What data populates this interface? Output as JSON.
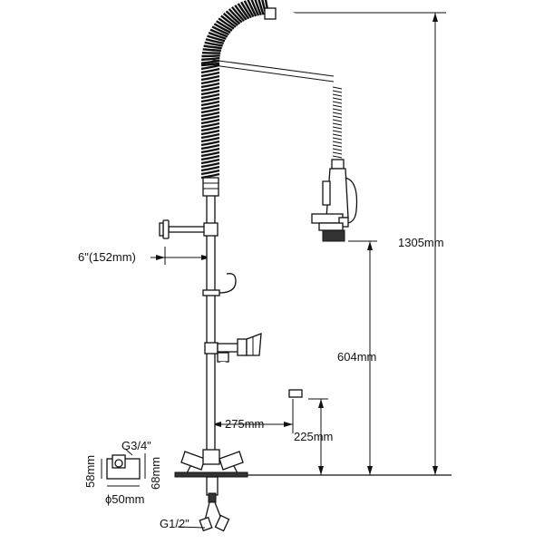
{
  "diagram": {
    "labels": {
      "total_height": "1305mm",
      "sprayer_height": "604mm",
      "wall_offset": "6\"(152mm)",
      "spout_reach": "275mm",
      "spout_height": "225mm",
      "inlet_thread": "G3/4\"",
      "detail_height_left": "58mm",
      "detail_height_right": "68mm",
      "detail_diameter": "ϕ50mm",
      "supply_thread": "G1/2\""
    },
    "colors": {
      "line": "#111111",
      "background": "#ffffff"
    },
    "icons": [
      "spring-coil-icon",
      "pre-rinse-spray-valve-icon",
      "cross-handle-icon"
    ]
  }
}
